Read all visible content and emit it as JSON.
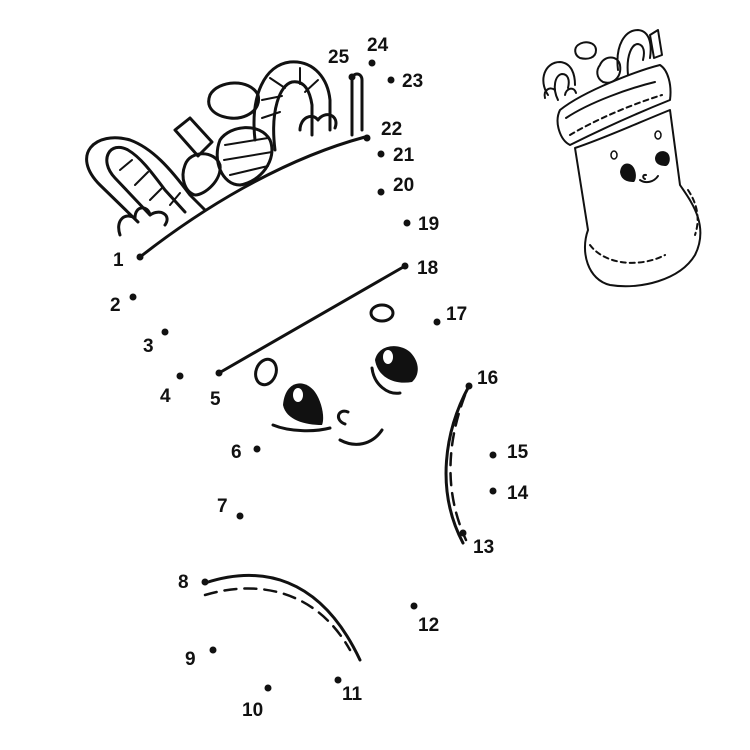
{
  "puzzle": {
    "dots": [
      {
        "n": "1"
      },
      {
        "n": "2"
      },
      {
        "n": "3"
      },
      {
        "n": "4"
      },
      {
        "n": "5"
      },
      {
        "n": "6"
      },
      {
        "n": "7"
      },
      {
        "n": "8"
      },
      {
        "n": "9"
      },
      {
        "n": "10"
      },
      {
        "n": "11"
      },
      {
        "n": "12"
      },
      {
        "n": "13"
      },
      {
        "n": "14"
      },
      {
        "n": "15"
      },
      {
        "n": "16"
      },
      {
        "n": "17"
      },
      {
        "n": "18"
      },
      {
        "n": "19"
      },
      {
        "n": "20"
      },
      {
        "n": "21"
      },
      {
        "n": "22"
      },
      {
        "n": "23"
      },
      {
        "n": "24"
      },
      {
        "n": "25"
      }
    ]
  },
  "icons": {
    "candy": "candy-cane-icon",
    "reference": "christmas-stocking-icon"
  },
  "colors": {
    "ink": "#111111",
    "background": "#ffffff"
  }
}
